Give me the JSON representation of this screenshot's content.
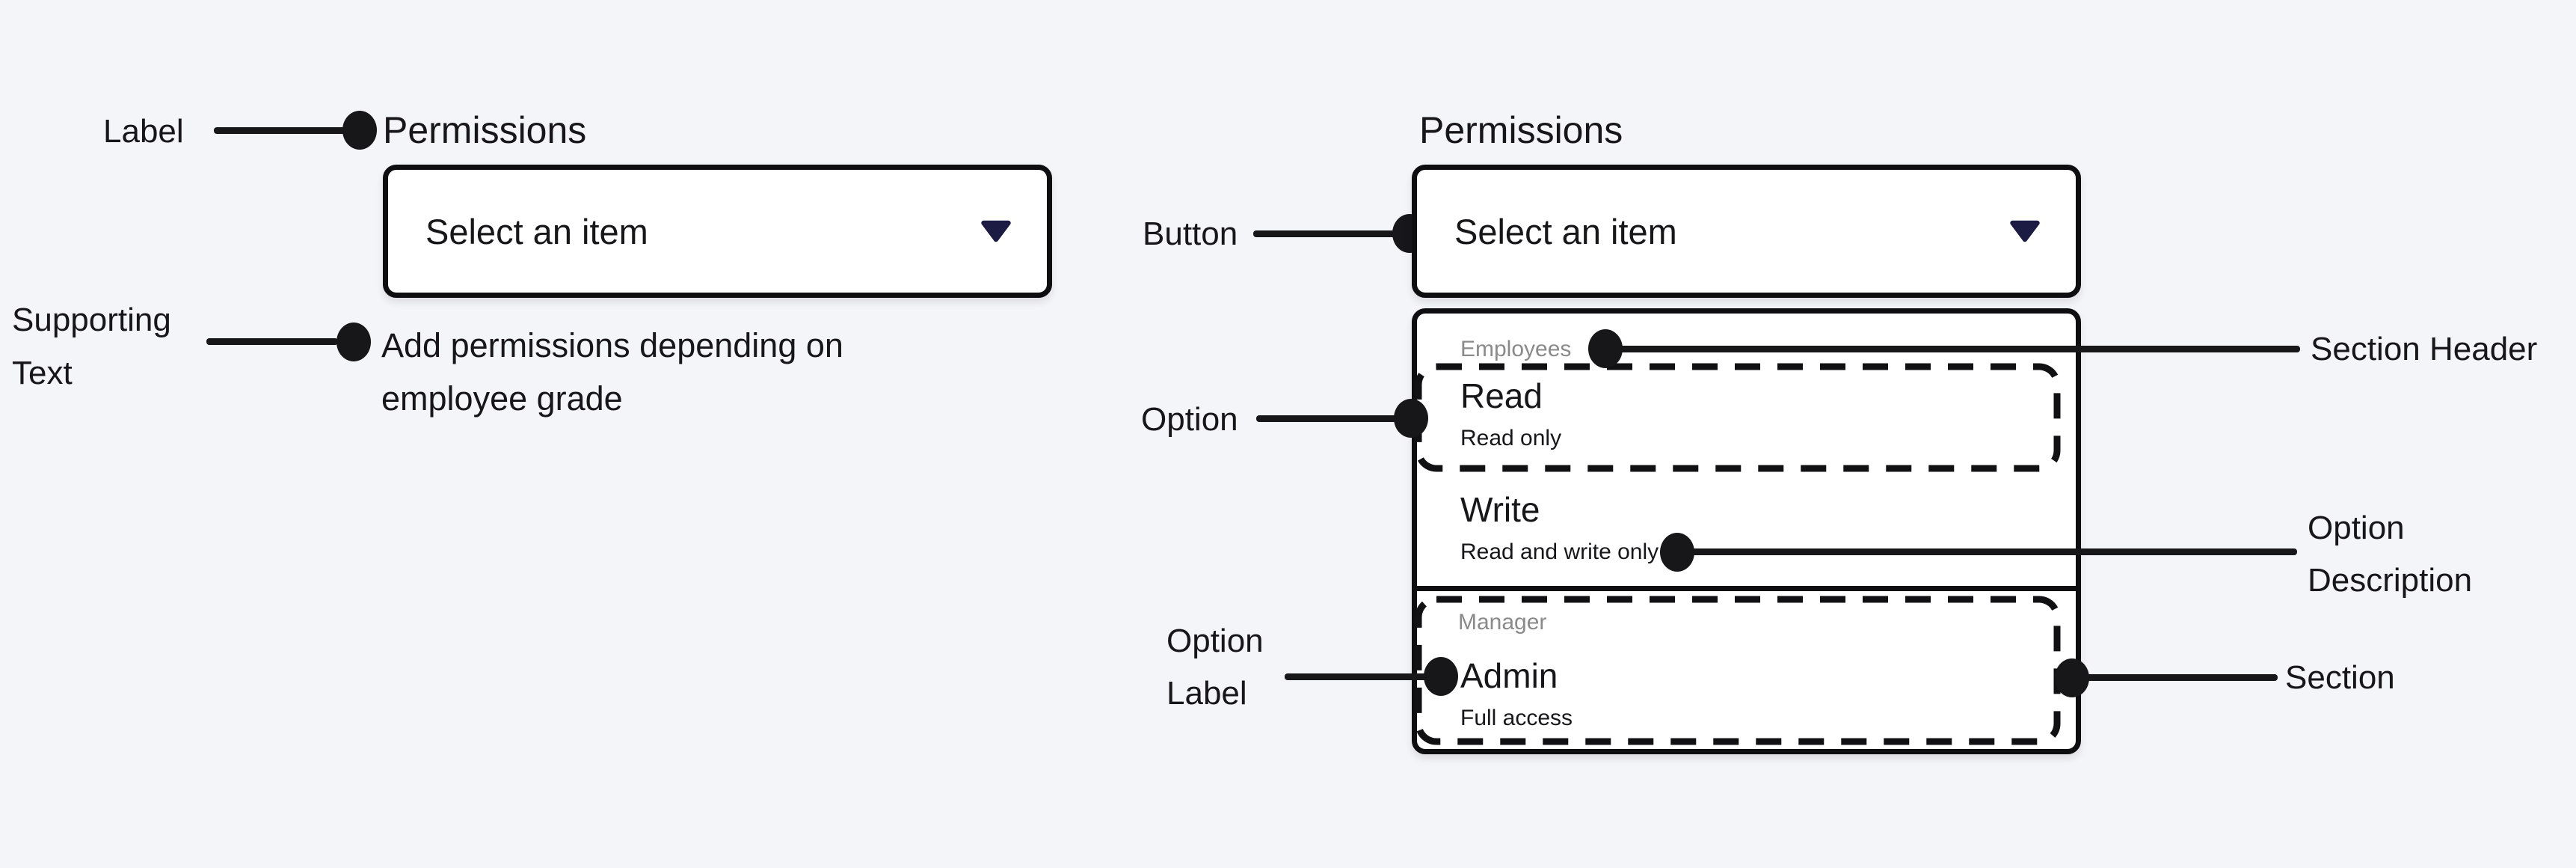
{
  "palette": {
    "background": "#f4f5f8",
    "ink": "#17171a",
    "border": "#0e0e10",
    "muted": "#8a8a8a",
    "chevron": "#1b1b44",
    "surface": "#ffffff"
  },
  "left_field": {
    "label": "Permissions",
    "button_text": "Select an item",
    "supporting_text": "Add permissions depending on employee grade"
  },
  "right_field": {
    "label": "Permissions",
    "button_text": "Select an item"
  },
  "menu": {
    "sections": [
      {
        "header": "Employees",
        "options": [
          {
            "label": "Read",
            "description": "Read only"
          },
          {
            "label": "Write",
            "description": "Read and write only"
          }
        ]
      },
      {
        "header": "Manager",
        "options": [
          {
            "label": "Admin",
            "description": "Full access"
          }
        ]
      }
    ]
  },
  "annotations": {
    "label": "Label",
    "supporting_text": [
      "Supporting",
      "Text"
    ],
    "button": "Button",
    "option": "Option",
    "option_label": [
      "Option",
      "Label"
    ],
    "section_header": "Section Header",
    "option_description": [
      "Option",
      "Description"
    ],
    "section": "Section"
  }
}
